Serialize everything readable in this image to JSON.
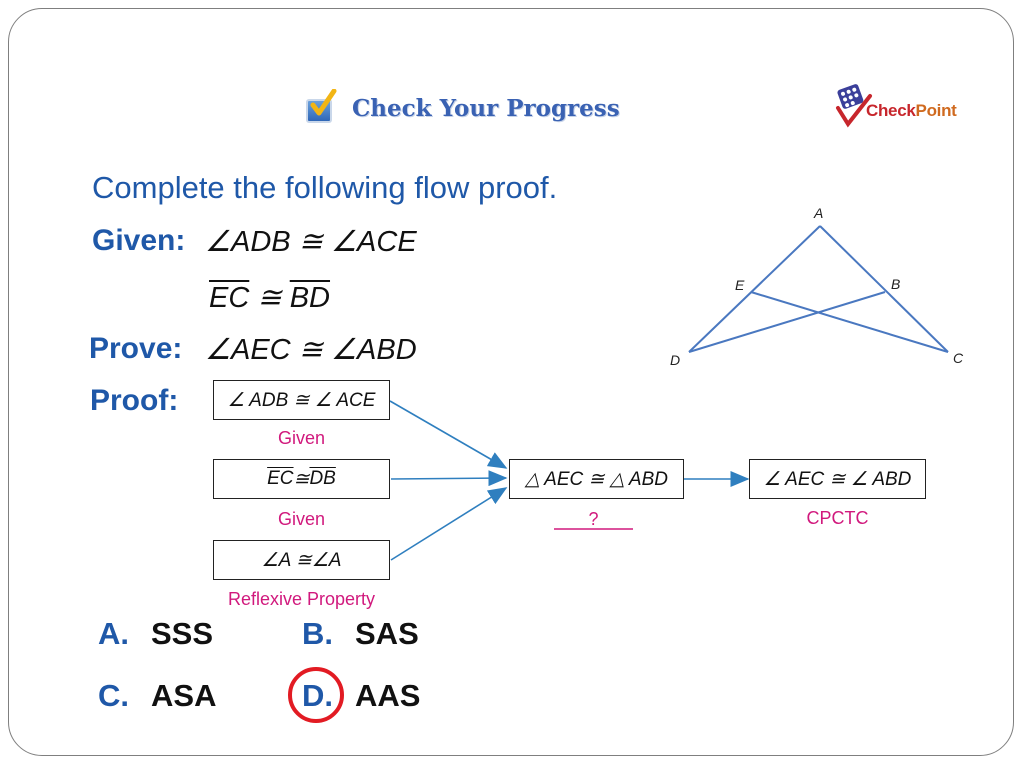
{
  "header": {
    "title": "Check Your Progress",
    "icon": "checkbox-icon"
  },
  "logo": {
    "part1": "Check",
    "part2": "Point",
    "icon": "checkpoint-logo-icon"
  },
  "heading": "Complete the following flow proof.",
  "given": {
    "label": "Given:",
    "statement1": "∠ADB ≅ ∠ACE",
    "statement2_a": "EC",
    "statement2_op": " ≅ ",
    "statement2_b": "BD"
  },
  "prove": {
    "label": "Prove:",
    "statement": "∠AEC ≅ ∠ABD"
  },
  "proof_label": "Proof:",
  "triangle": {
    "vertices": {
      "A": "A",
      "B": "B",
      "C": "C",
      "D": "D",
      "E": "E"
    }
  },
  "flow": {
    "box1": {
      "statement": "∠ ADB ≅ ∠ ACE",
      "reason": "Given"
    },
    "box2": {
      "seg1": "EC",
      "op": " ≅ ",
      "seg2": "DB",
      "reason": "Given"
    },
    "box3": {
      "statement": "∠A ≅∠A",
      "reason": "Reflexive Property"
    },
    "box4": {
      "statement": "△ AEC ≅ △ ABD",
      "reason": "?"
    },
    "box5": {
      "statement": "∠ AEC ≅ ∠ ABD",
      "reason": "CPCTC"
    }
  },
  "choices": [
    {
      "letter": "A.",
      "text": "SSS"
    },
    {
      "letter": "B.",
      "text": "SAS"
    },
    {
      "letter": "C.",
      "text": "ASA"
    },
    {
      "letter": "D.",
      "text": "AAS"
    }
  ],
  "selected_choice": "D.",
  "colors": {
    "blue": "#1f58a8",
    "magenta": "#d1197d",
    "arrow": "#2f7fbf",
    "circle": "#e21b23"
  }
}
